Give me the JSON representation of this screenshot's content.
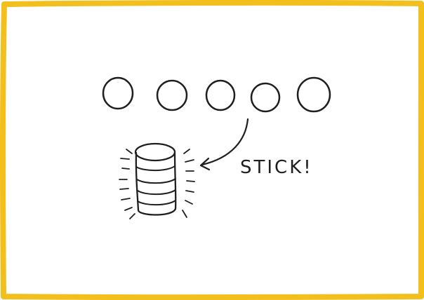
{
  "diagram": {
    "label": "STICK!",
    "frame_color": "#F2BF1D",
    "ink_color": "#1f1f1f",
    "row_circle_count": 5,
    "stack_disc_count": 5,
    "icons": [
      "circle-icon",
      "stacked-discs-icon",
      "curved-arrow-icon",
      "motion-lines-icon"
    ]
  }
}
